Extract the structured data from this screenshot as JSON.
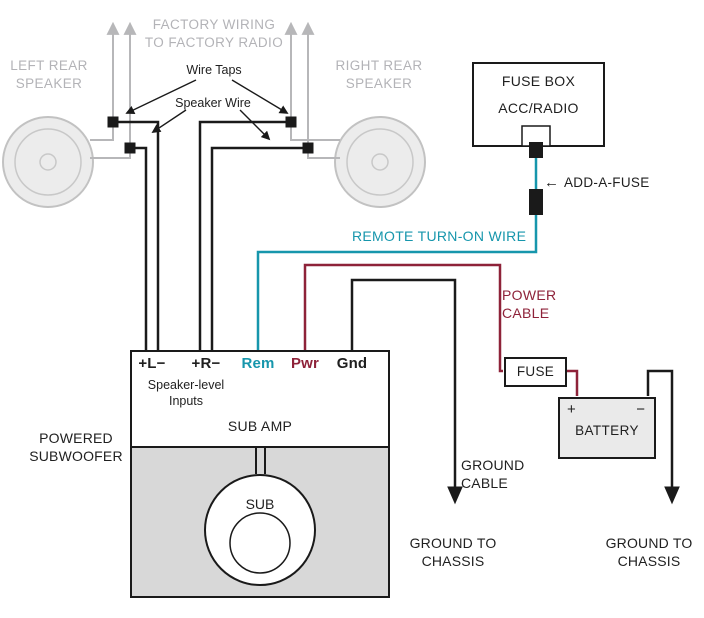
{
  "colors": {
    "factory_gray": "#b7b7b9",
    "text_gray": "#b3b3b7",
    "wire_black": "#1a1a1a",
    "remote_teal": "#1696ac",
    "power_maroon": "#8e2239",
    "amp_body_gray": "#d8d8d8",
    "battery_fill": "#eaeaea"
  },
  "labels": {
    "factory_wiring": "FACTORY WIRING\nTO FACTORY RADIO",
    "left_rear_speaker": "LEFT REAR\nSPEAKER",
    "right_rear_speaker": "RIGHT REAR\nSPEAKER",
    "wire_taps": "Wire Taps",
    "speaker_wire": "Speaker Wire",
    "remote_turn_on_wire": "REMOTE TURN-ON WIRE",
    "add_a_fuse": "ADD-A-FUSE",
    "add_a_fuse_arrow": "←",
    "power_cable": "POWER\nCABLE",
    "ground_cable": "GROUND\nCABLE",
    "ground_to_chassis": "GROUND TO\nCHASSIS",
    "powered_subwoofer": "POWERED\nSUBWOOFER"
  },
  "fuse_box": {
    "title": "FUSE BOX",
    "circuit": "ACC/RADIO"
  },
  "inline_fuse": {
    "label": "FUSE"
  },
  "battery": {
    "label": "BATTERY",
    "positive": "+",
    "negative": "−"
  },
  "amp": {
    "terminals": [
      {
        "id": "left-speaker-input",
        "label": "+L−"
      },
      {
        "id": "right-speaker-input",
        "label": "+R−"
      },
      {
        "id": "remote",
        "label": "Rem"
      },
      {
        "id": "power",
        "label": "Pwr"
      },
      {
        "id": "ground",
        "label": "Gnd"
      }
    ],
    "inputs_caption": "Speaker-level\nInputs",
    "name": "SUB AMP",
    "sub": "SUB"
  }
}
